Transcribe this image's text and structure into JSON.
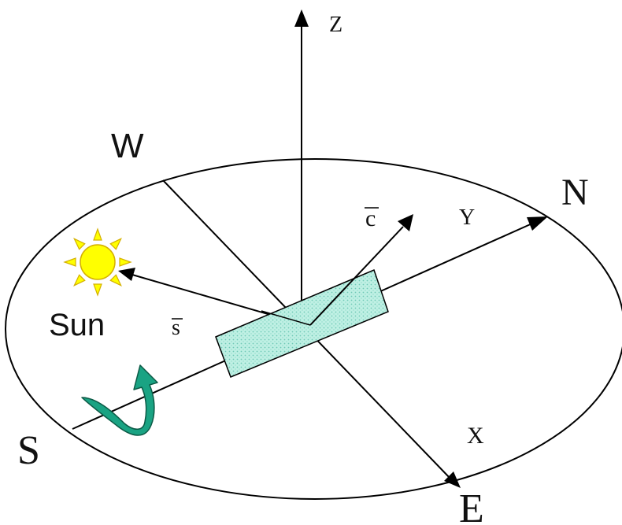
{
  "diagram": {
    "labels": {
      "z_axis": "Z",
      "y_axis": "Y",
      "x_axis": "X",
      "west": "W",
      "north": "N",
      "south": "S",
      "east": "E",
      "sun": "Sun",
      "sun_vector": "s",
      "collector_normal": "c"
    },
    "colors": {
      "stroke": "#000000",
      "sun_fill": "#ffff00",
      "sun_stroke": "#d4b000",
      "panel_fill": "#bff0e4",
      "panel_dots": "#6fc9b6",
      "rotation_arrow_fill": "#1aa383",
      "rotation_arrow_stroke": "#0c5a46"
    },
    "icons": {
      "sun": "sun-icon",
      "rotation": "rotation-arrow-icon"
    }
  }
}
